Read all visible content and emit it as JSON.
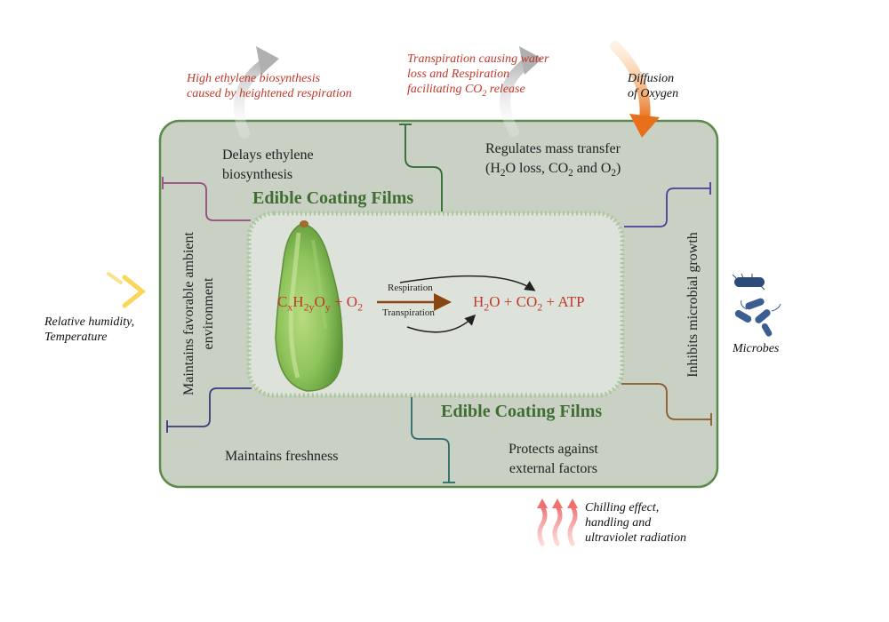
{
  "film_title_top": "Edible Coating Films",
  "film_title_bottom": "Edible Coating Films",
  "functions": {
    "delays_line1": "Delays ethylene",
    "delays_line2": "biosynthesis",
    "regulates_line1": "Regulates mass transfer",
    "regulates_line2_a": "(H",
    "regulates_line2_b": "2",
    "regulates_line2_c": "O loss, CO",
    "regulates_line2_d": "2",
    "regulates_line2_e": " and O",
    "regulates_line2_f": "2",
    "regulates_line2_g": ")",
    "maintains_env_line1": "Maintains favorable ambient",
    "maintains_env_line2": "environment",
    "inhibits": "Inhibits microbial growth",
    "freshness": "Maintains freshness",
    "protects_line1": "Protects against",
    "protects_line2": "external factors"
  },
  "external": {
    "ethylene_line1": "High ethylene biosynthesis",
    "ethylene_line2": "caused by heightened respiration",
    "transpiration_line1": "Transpiration causing water",
    "transpiration_line2": "loss and Respiration",
    "transpiration_line3_a": "facilitating CO",
    "transpiration_line3_b": "2",
    "transpiration_line3_c": " release",
    "oxygen_line1": "Diffusion",
    "oxygen_line2": "of Oxygen",
    "humidity_line1": "Relative humidity,",
    "humidity_line2": "Temperature",
    "microbes": "Microbes",
    "chilling_line1": "Chilling effect,",
    "chilling_line2": "handling and",
    "chilling_line3": "ultraviolet radiation"
  },
  "reaction": {
    "reactant_c": "C",
    "reactant_x": "x",
    "reactant_h": "H",
    "reactant_2y": "2y",
    "reactant_o": "O",
    "reactant_y": "y",
    "reactant_plus": " + O",
    "reactant_o2_sub": "2",
    "respiration_label": "Respiration",
    "transpiration_label": "Transpiration",
    "product_a": "H",
    "product_b": "2",
    "product_c": "O + CO",
    "product_d": "2",
    "product_e": " + ATP"
  },
  "icons": {
    "gray_arrow": "curved-arrow-icon",
    "orange_arrow": "curved-arrow-icon",
    "yellow_arrow": "wind-arrow-icon",
    "red_waves": "heat-wave-icon",
    "microbe": "bacteria-icon",
    "papaya": "papaya-icon"
  },
  "colors": {
    "outer_fill": "#c9d0c4",
    "outer_border": "#5b8a4a",
    "inner_fill": "#dde3da",
    "red_text": "#c0392b",
    "film_title": "#3f6e32",
    "reaction_arrow": "#8b4513"
  }
}
